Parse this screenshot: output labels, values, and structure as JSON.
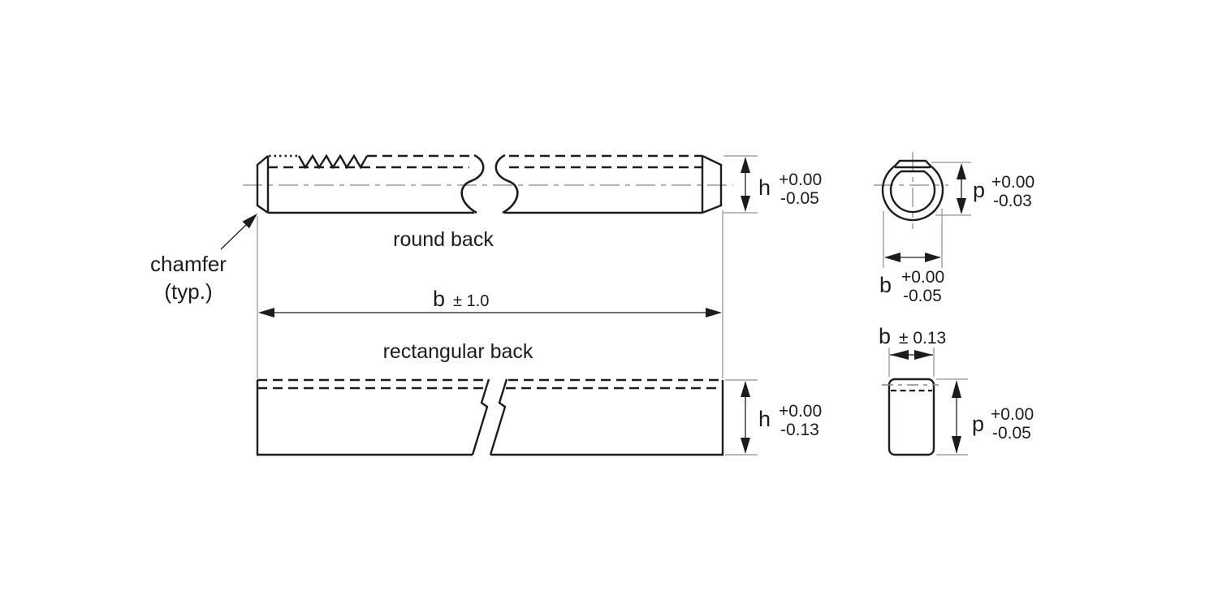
{
  "drawing": {
    "callout": {
      "line1": "chamfer",
      "line2": "(typ.)"
    },
    "round_back": {
      "label": "round back",
      "height_dim": {
        "letter": "h",
        "tol_plus": "+0.00",
        "tol_minus": "-0.05"
      }
    },
    "length_dim": {
      "letter": "b",
      "tolerance": "± 1.0"
    },
    "rectangular_back": {
      "label": "rectangular back",
      "height_dim": {
        "letter": "h",
        "tol_plus": "+0.00",
        "tol_minus": "-0.13"
      }
    },
    "round_section": {
      "depth_dim": {
        "letter": "p",
        "tol_plus": "+0.00",
        "tol_minus": "-0.03"
      },
      "width_dim": {
        "letter": "b",
        "tol_plus": "+0.00",
        "tol_minus": "-0.05"
      }
    },
    "rect_section": {
      "width_dim": {
        "letter": "b",
        "tolerance": "± 0.13"
      },
      "depth_dim": {
        "letter": "p",
        "tol_plus": "+0.00",
        "tol_minus": "-0.05"
      }
    },
    "colors": {
      "object_line": "#1c1c1c",
      "aux_line": "#909090",
      "background": "#ffffff"
    }
  }
}
